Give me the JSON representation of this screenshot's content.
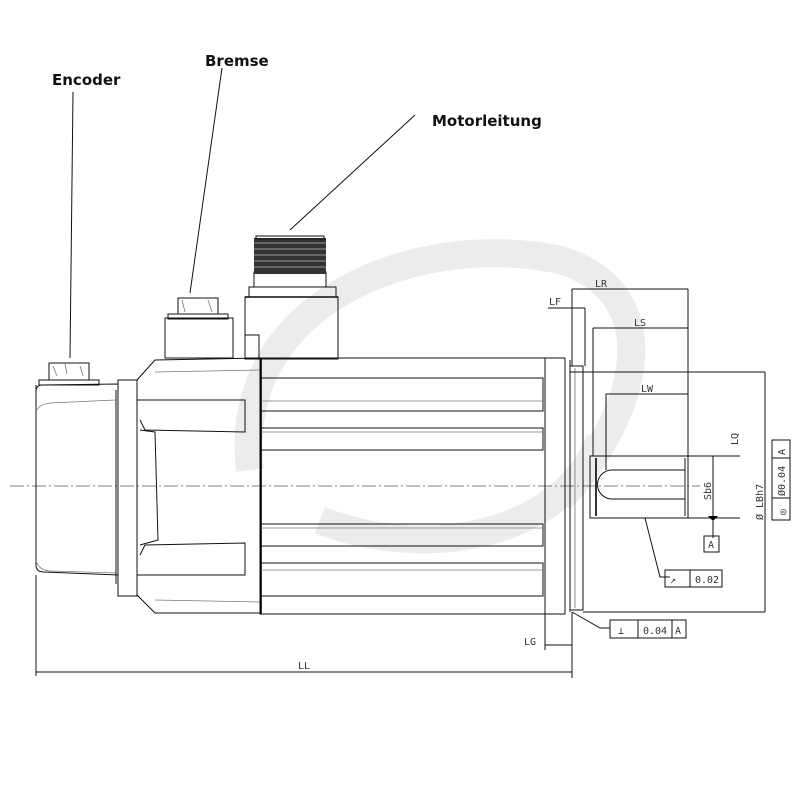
{
  "drawing": {
    "title": "Servomotor Maßzeichnung",
    "callouts": {
      "encoder": "Encoder",
      "brake": "Bremse",
      "motor_cable": "Motorleitung"
    },
    "dimensions": {
      "lr": "LR",
      "lf": "LF",
      "ls": "LS",
      "lw": "LW",
      "lq": "LQ",
      "sb6": "Sb6",
      "lbh7": "Ø LBh7",
      "lg": "LG",
      "ll": "LL"
    },
    "tolerances": {
      "concentricity": {
        "symbol": "◎",
        "value": "Ø0.04",
        "datum": "A"
      },
      "runout": {
        "symbol": "↗",
        "value": "0.02"
      },
      "perpendicularity": {
        "symbol": "⊥",
        "value": "0.04",
        "datum": "A"
      },
      "datum_label": "A"
    }
  }
}
